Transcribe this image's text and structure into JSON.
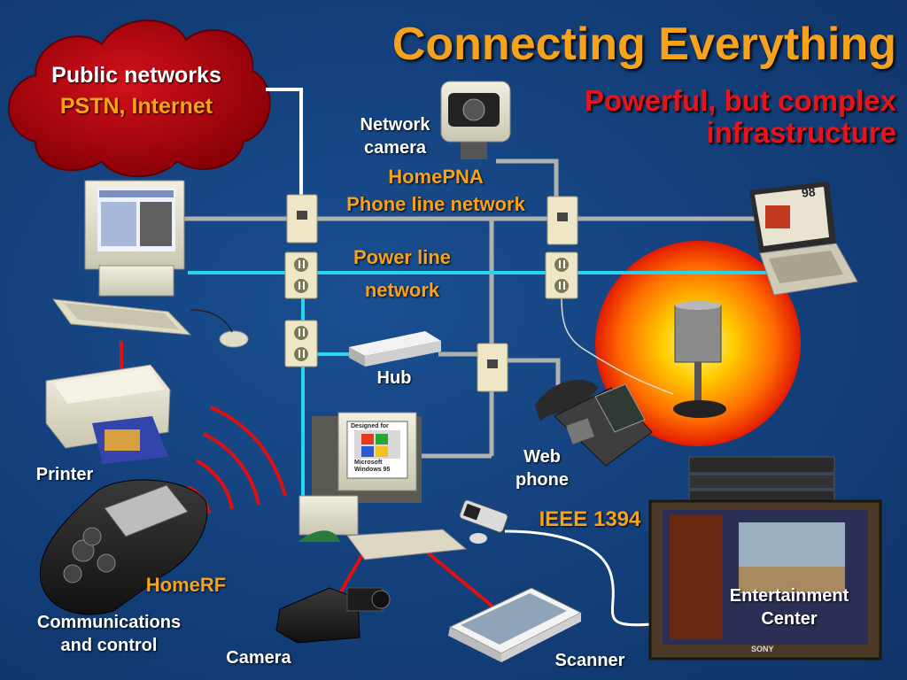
{
  "title": "Connecting Everything",
  "subtitle_line1": "Powerful, but complex",
  "subtitle_line2": "infrastructure",
  "cloud": {
    "line1": "Public networks",
    "line2": "PSTN, Internet"
  },
  "networks": {
    "homepna_line1": "HomePNA",
    "homepna_line2": "Phone line network",
    "powerline_line1": "Power line",
    "powerline_line2": "network",
    "ieee1394": "IEEE 1394",
    "homerf": "HomeRF"
  },
  "devices": {
    "network_camera_line1": "Network",
    "network_camera_line2": "camera",
    "hub": "Hub",
    "printer": "Printer",
    "web_phone_line1": "Web",
    "web_phone_line2": "phone",
    "comms_line1": "Communications",
    "comms_line2": "and control",
    "camera": "Camera",
    "scanner": "Scanner",
    "entertainment_line1": "Entertainment",
    "entertainment_line2": "Center"
  },
  "screen_text": {
    "laptop_badge": "98",
    "monitor_logo_line1": "Designed for",
    "monitor_logo_line2": "Microsoft",
    "monitor_logo_line3": "Windows 95",
    "tv_brand": "SONY"
  },
  "colors": {
    "background": "#133f7a",
    "title": "#f7a21b",
    "subtitle": "#e8131b",
    "phone_line": "#b0b0b0",
    "power_line": "#25d6ee",
    "radio_wave": "#e01010",
    "white_cable": "#ffffff"
  }
}
